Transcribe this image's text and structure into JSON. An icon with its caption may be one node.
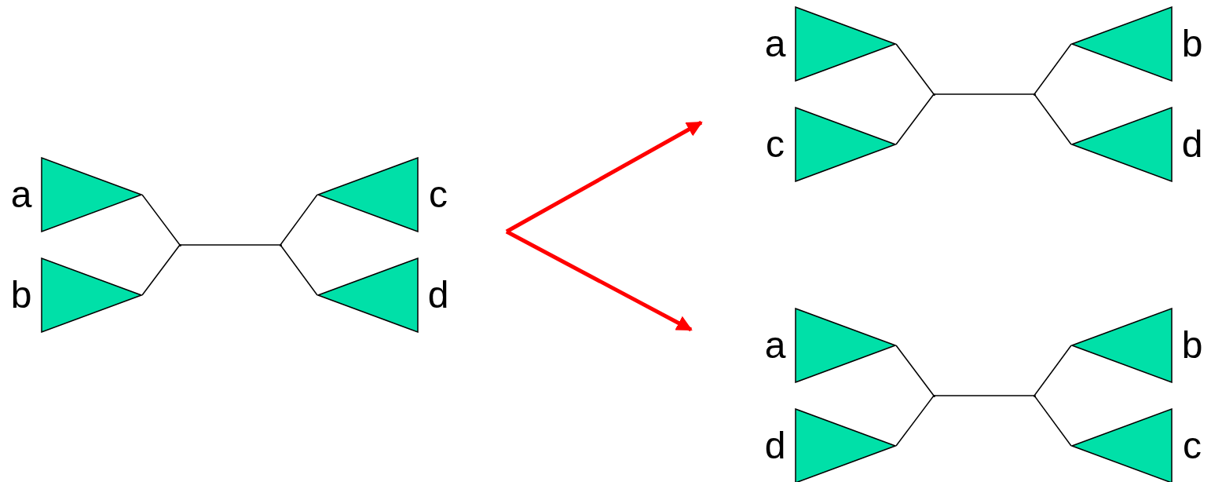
{
  "diagram": {
    "nodes": [
      {
        "text": [
          "a"
        ]
      },
      {
        "text": [
          "b"
        ]
      },
      {
        "text": [
          "c"
        ]
      },
      {
        "text": [
          "d"
        ]
      },
      {
        "text": [],
        "shape": "dot"
      },
      {
        "text": [],
        "shape": "dot"
      },
      {
        "text": [
          "a"
        ]
      },
      {
        "text": [
          "b"
        ]
      },
      {
        "text": [
          "c"
        ]
      },
      {
        "text": [
          "d"
        ]
      },
      {
        "text": [],
        "shape": "dot"
      },
      {
        "text": [],
        "shape": "dot"
      },
      {
        "text": [
          "a"
        ]
      },
      {
        "text": [
          "b"
        ]
      },
      {
        "text": [
          "d"
        ]
      },
      {
        "text": [
          "c"
        ]
      },
      {
        "text": [],
        "shape": "dot"
      },
      {
        "text": [],
        "shape": "dot"
      }
    ],
    "edges": [
      {
        "from": 0,
        "to": 4,
        "arrow": "none"
      },
      {
        "from": 1,
        "to": 4,
        "arrow": "none"
      },
      {
        "from": 4,
        "to": 5,
        "arrow": "none"
      },
      {
        "from": 5,
        "to": 2,
        "arrow": "none"
      },
      {
        "from": 5,
        "to": 3,
        "arrow": "none"
      },
      {
        "from": 6,
        "to": 10,
        "arrow": "none"
      },
      {
        "from": 8,
        "to": 10,
        "arrow": "none"
      },
      {
        "from": 10,
        "to": 11,
        "arrow": "none"
      },
      {
        "from": 11,
        "to": 7,
        "arrow": "none"
      },
      {
        "from": 11,
        "to": 9,
        "arrow": "none"
      },
      {
        "from": 12,
        "to": 16,
        "arrow": "none"
      },
      {
        "from": 14,
        "to": 16,
        "arrow": "none"
      },
      {
        "from": 16,
        "to": 17,
        "arrow": "none"
      },
      {
        "from": 17,
        "to": 13,
        "arrow": "none"
      },
      {
        "from": 17,
        "to": 15,
        "arrow": "none"
      }
    ]
  }
}
